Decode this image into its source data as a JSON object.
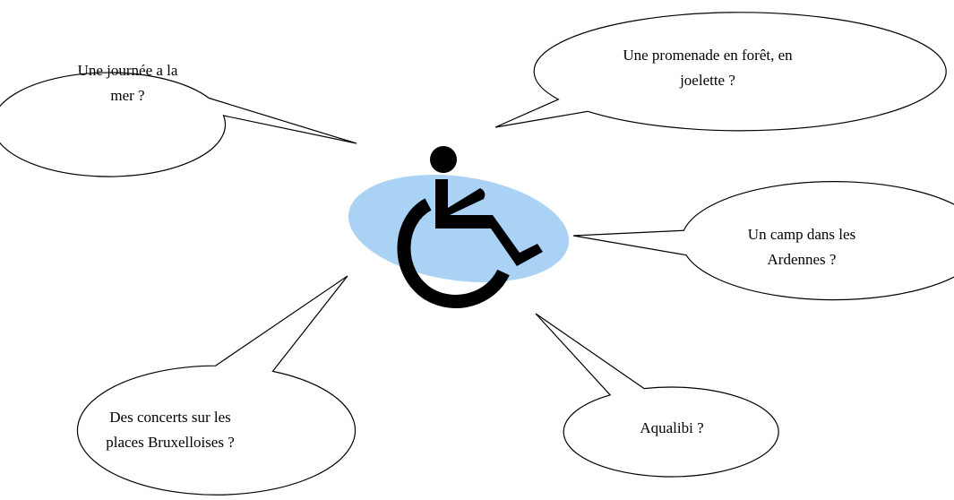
{
  "icon": {
    "name": "wheelchair-icon",
    "figure_color": "#000000",
    "background_color": "#aad2f5"
  },
  "bubbles": [
    {
      "id": "mer",
      "text": "Une journée a la\nmer ?"
    },
    {
      "id": "foret",
      "text": "Une promenade en forêt, en\njoelette ?"
    },
    {
      "id": "ardennes",
      "text": "Un camp dans les\nArdennes ?"
    },
    {
      "id": "aqualibi",
      "text": "Aqualibi ?"
    },
    {
      "id": "concerts",
      "text": "Des concerts sur les\nplaces Bruxelloises ?"
    }
  ]
}
